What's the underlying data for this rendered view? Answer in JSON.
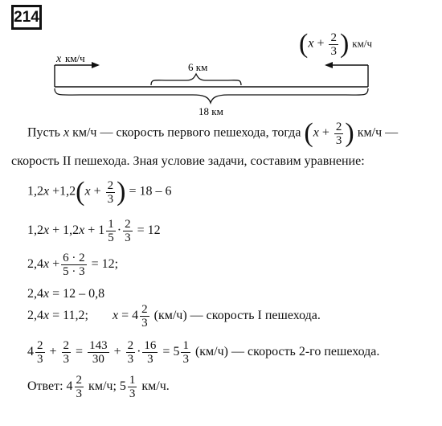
{
  "problem_number": "214",
  "diagram": {
    "left_speed_var": "x",
    "left_speed_unit": "км/ч",
    "right_var": "x",
    "right_plus": "+",
    "right_frac_num": "2",
    "right_frac_den": "3",
    "right_unit": "км/ч",
    "gap_label": "6 км",
    "total_label": "18 км"
  },
  "text": {
    "line1_a": "Пусть",
    "line1_var": "x",
    "line1_b": "км/ч — скорость первого пешехода, тогда",
    "line1_inner_var": "x",
    "line1_plus": "+",
    "line1_num": "2",
    "line1_den": "3",
    "line1_c": "км/ч —",
    "line2": "скорость II пешехода. Зная условие задачи, составим уравнение:"
  },
  "eq1": {
    "a": "1,2",
    "av": "x",
    "b": "+1,2",
    "iv": "x",
    "plus": "+",
    "num": "2",
    "den": "3",
    "rhs": "= 18 – 6"
  },
  "eq2": {
    "a": "1,2",
    "av": "x",
    "b": "+ 1,2",
    "bv": "x",
    "c": "+ 1",
    "n1": "1",
    "d1": "5",
    "dot": "·",
    "n2": "2",
    "d2": "3",
    "rhs": "= 12"
  },
  "eq3": {
    "a": "2,4",
    "av": "x",
    "plus": "+",
    "num": "6 · 2",
    "den": "5 · 3",
    "rhs": "= 12;"
  },
  "eq4": {
    "a": "2,4",
    "av": "x",
    "rhs": "= 12 – 0,8"
  },
  "eq5": {
    "a": "2,4",
    "av": "x",
    "rhs": "= 11,2;",
    "xv": "x",
    "eq": "= 4",
    "num": "2",
    "den": "3",
    "tail": "(км/ч) — скорость I пешехода."
  },
  "eq6": {
    "a": "4",
    "n1": "2",
    "d1": "3",
    "plus1": "+",
    "n2": "2",
    "d2": "3",
    "eq1": "=",
    "n3": "143",
    "d3": "30",
    "plus2": "+",
    "n4": "2",
    "d4": "3",
    "dot": "·",
    "n5": "16",
    "d5": "3",
    "eq2": "= 5",
    "n6": "1",
    "d6": "3",
    "tail": "(км/ч) — скорость 2-го пешехода."
  },
  "answer": {
    "label": "Ответ:",
    "w1": "4",
    "n1": "2",
    "d1": "3",
    "u1": "км/ч;",
    "w2": "5",
    "n2": "1",
    "d2": "3",
    "u2": "км/ч."
  }
}
